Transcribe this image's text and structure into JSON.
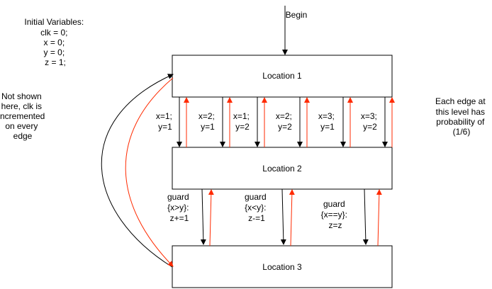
{
  "begin_label": "Begin",
  "initial_variables": [
    "Initial Variables:",
    "clk = 0;",
    "x = 0;",
    "y = 0;",
    "z = 1;"
  ],
  "clk_note": [
    "Not shown",
    "here, clk is",
    "incremented",
    "on every",
    "edge"
  ],
  "probability_note": [
    "Each edge at",
    "this level has",
    "probability of",
    "(1/6)"
  ],
  "locations": {
    "loc1": "Location 1",
    "loc2": "Location 2",
    "loc3": "Location 3"
  },
  "level1_edges": [
    {
      "line1": "x=1;",
      "line2": "y=1"
    },
    {
      "line1": "x=2;",
      "line2": "y=1"
    },
    {
      "line1": "x=1;",
      "line2": "y=2"
    },
    {
      "line1": "x=2;",
      "line2": "y=2"
    },
    {
      "line1": "x=3;",
      "line2": "y=1"
    },
    {
      "line1": "x=3;",
      "line2": "y=2"
    }
  ],
  "level2_edges": [
    {
      "line1": "guard",
      "line2": "{x>y}:",
      "line3": "z+=1"
    },
    {
      "line1": "guard",
      "line2": "{x<y}:",
      "line3": "z-=1"
    },
    {
      "line1": "guard",
      "line2": "{x==y}:",
      "line3": "z=z"
    }
  ],
  "colors": {
    "forward_edge": "#000000",
    "return_edge": "#ff2a00",
    "box_stroke": "#000000"
  }
}
